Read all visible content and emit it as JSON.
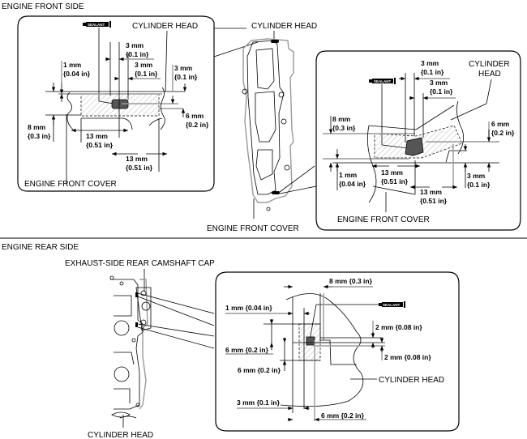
{
  "sections": {
    "front": {
      "title": "ENGINE FRONT SIDE",
      "overview_labels": {
        "top": "CYLINDER HEAD",
        "bottom": "ENGINE FRONT COVER"
      },
      "detail_left": {
        "sealant": "SEALANT",
        "cylinder_head": "CYLINDER HEAD",
        "front_cover": "ENGINE FRONT COVER",
        "dims": [
          {
            "mm": "3 mm",
            "in": "{0.1 in}"
          },
          {
            "mm": "3 mm",
            "in": "{0.1 in}"
          },
          {
            "mm": "1 mm",
            "in": "{0.04 in}"
          },
          {
            "mm": "3 mm",
            "in": "{0.1 in}"
          },
          {
            "mm": "6 mm",
            "in": "{0.2 in}"
          },
          {
            "mm": "8 mm",
            "in": "{0.3 in}"
          },
          {
            "mm": "13 mm",
            "in": "{0.51 in}"
          },
          {
            "mm": "13 mm",
            "in": "{0.51 in}"
          }
        ]
      },
      "detail_right": {
        "sealant": "SEALANT",
        "cylinder_head_l1": "CYLINDER",
        "cylinder_head_l2": "HEAD",
        "front_cover": "ENGINE FRONT COVER",
        "dims": [
          {
            "mm": "3 mm",
            "in": "{0.1 in}"
          },
          {
            "mm": "3 mm",
            "in": "{0.1 in}"
          },
          {
            "mm": "8 mm",
            "in": "{0.3 in}"
          },
          {
            "mm": "6 mm",
            "in": "{0.2 in}"
          },
          {
            "mm": "1 mm",
            "in": "{0.04 in}"
          },
          {
            "mm": "13 mm",
            "in": "{0.51 in}"
          },
          {
            "mm": "3 mm",
            "in": "{0.1 in}"
          },
          {
            "mm": "13 mm",
            "in": "{0.51 in}"
          }
        ]
      }
    },
    "rear": {
      "title": "ENGINE REAR SIDE",
      "overview_labels": {
        "top": "EXHAUST-SIDE REAR CAMSHAFT CAP",
        "bottom": "CYLINDER HEAD"
      },
      "detail": {
        "sealant": "SEALANT",
        "cylinder_head": "CYLINDER HEAD",
        "dims": [
          "8 mm {0.3 in}",
          "1 mm {0.04 in}",
          "2 mm {0.08 in}",
          "6 mm {0.2 in}",
          "2 mm {0.08 in}",
          "6 mm {0.2 in}",
          "3 mm {0.1 in}",
          "6 mm {0.2 in}"
        ]
      }
    }
  }
}
